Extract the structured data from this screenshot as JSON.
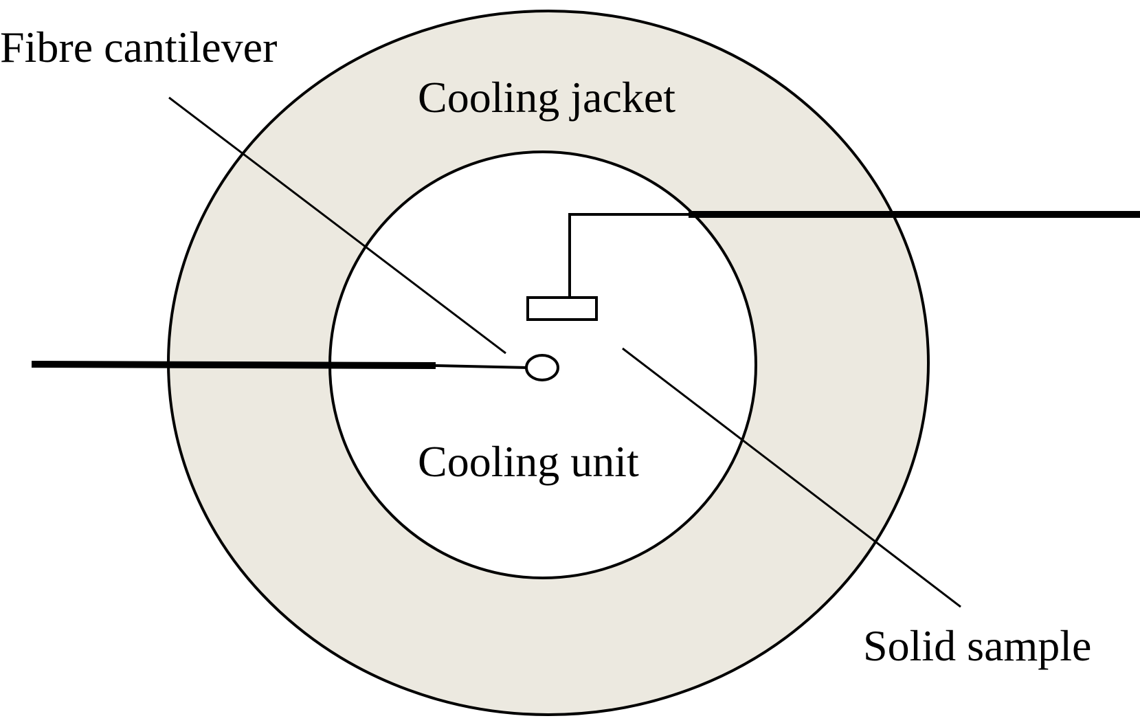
{
  "diagram": {
    "labels": {
      "fibre_cantilever": "Fibre cantilever",
      "cooling_jacket": "Cooling jacket",
      "cooling_unit": "Cooling unit",
      "solid_sample": "Solid sample"
    },
    "colors": {
      "jacket_fill": "#ECE9E0",
      "unit_fill": "#FFFFFF",
      "stroke": "#000000",
      "background": "#FFFFFF"
    }
  }
}
